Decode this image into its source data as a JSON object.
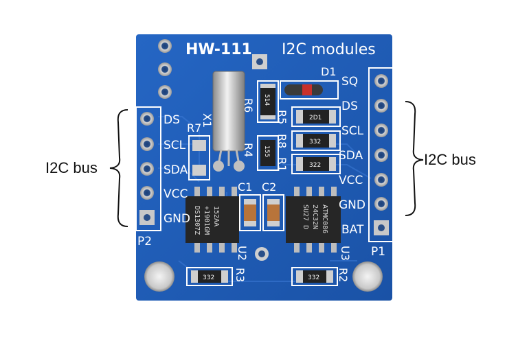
{
  "board": {
    "title": "HW-111",
    "subtitle": "I2C modules",
    "colors": {
      "pcb": "#1f5fb8",
      "silk": "#ffffff",
      "pad": "#c8c8c8",
      "chip": "#2a2a2a"
    }
  },
  "callouts": {
    "left": "I2C bus",
    "right": "I2C bus"
  },
  "header_p2": {
    "label": "P2",
    "pins": [
      "DS",
      "SCL",
      "SDA",
      "VCC",
      "GND"
    ]
  },
  "header_p1": {
    "label": "P1",
    "pins": [
      "SQ",
      "DS",
      "SCL",
      "SDA",
      "VCC",
      "GND",
      "BAT"
    ]
  },
  "components": {
    "x1": "X1",
    "d1": "D1",
    "r1": "R1",
    "r2": "R2",
    "r3": "R3",
    "r4": "R4",
    "r5": "R5",
    "r6": "R6",
    "r7": "R7",
    "r8": "R8",
    "c1": "C1",
    "c2": "C2",
    "u2": "U2",
    "u3": "U3"
  },
  "resistor_codes": {
    "r6": "514",
    "r5": "2D1",
    "r8": "332",
    "r4": "155",
    "r1": "322",
    "r2": "332",
    "r3": "332"
  },
  "chips": {
    "u2": [
      "DS1307Z",
      "+1901GM",
      "152AA"
    ],
    "u3": [
      "ATMC086",
      "24C32N",
      "SU27 D"
    ]
  }
}
